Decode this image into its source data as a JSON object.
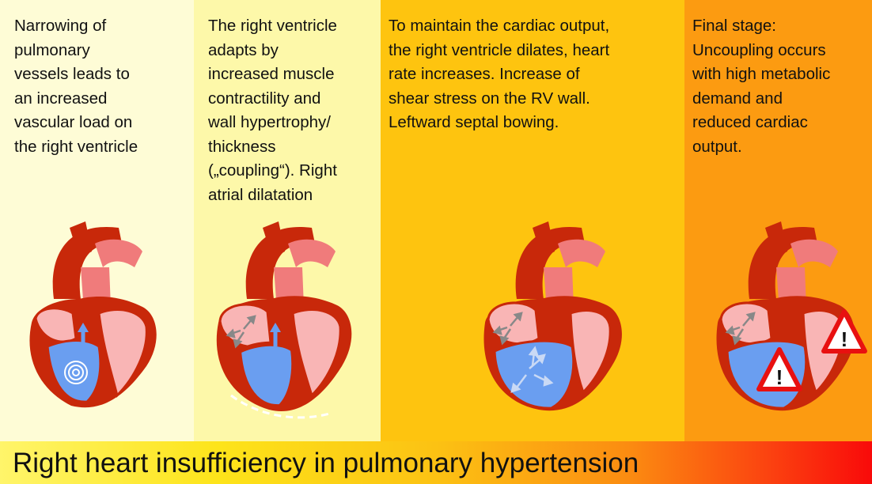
{
  "panels": [
    {
      "text": "Narrowing of\npulmonary\nvessels leads to\nan increased\nvascular load on\nthe right ventricle"
    },
    {
      "text": "The right ventricle\nadapts by\nincreased muscle\ncontractility and\nwall hypertrophy/\nthickness\n(„coupling“).  Right\natrial dilatation"
    },
    {
      "text": "To maintain the cardiac output,\nthe right ventricle dilates, heart\nrate increases. Increase of\nshear stress on the RV wall.\nLeftward septal bowing."
    },
    {
      "text": "Final stage:\nUncoupling  occurs\nwith high metabolic\ndemand and\nreduced cardiac\noutput."
    }
  ],
  "warning_symbol": "!",
  "banner": {
    "title": "Right heart insufficiency in pulmonary hypertension"
  },
  "colors": {
    "panel1": "#fefcd6",
    "panel2": "#fdf8a9",
    "panel3": "#fec40f",
    "panel4": "#fc9b11",
    "heart_wall": "#c8280a",
    "heart_chamber": "#f9b5b5",
    "aorta": "#f07b7b",
    "right_ventricle": "#6a9ef0",
    "warning_red": "#e81010"
  },
  "icons": [
    "heart-normal",
    "heart-hypertrophy",
    "heart-dilated",
    "heart-failure",
    "warning-triangle-icon",
    "arrow-icon",
    "target-rings-icon"
  ]
}
